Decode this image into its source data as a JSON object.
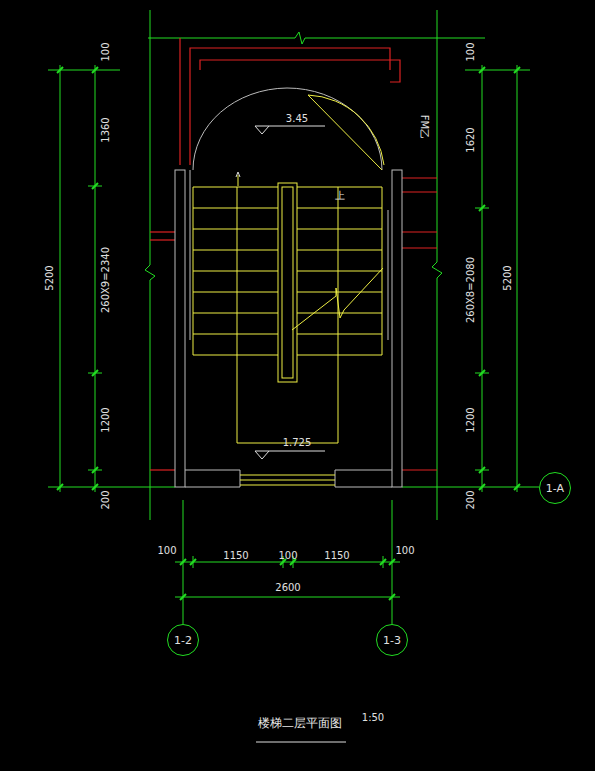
{
  "diagram": {
    "title": "楼梯二层平面图",
    "nodes": [
      {
        "text": [
          "1-A"
        ]
      },
      {
        "text": [
          "1-2"
        ]
      },
      {
        "text": [
          "1-3"
        ]
      }
    ],
    "labels": [
      "100",
      "1360",
      "260X9=2340",
      "1200",
      "5200",
      "200",
      "100",
      "1620",
      "260X8=2080",
      "1200",
      "5200",
      "200",
      "3.45",
      "1.725",
      "FM乙",
      "上",
      "100",
      "1150",
      "100",
      "1150",
      "100",
      "2600",
      "1:50"
    ]
  }
}
